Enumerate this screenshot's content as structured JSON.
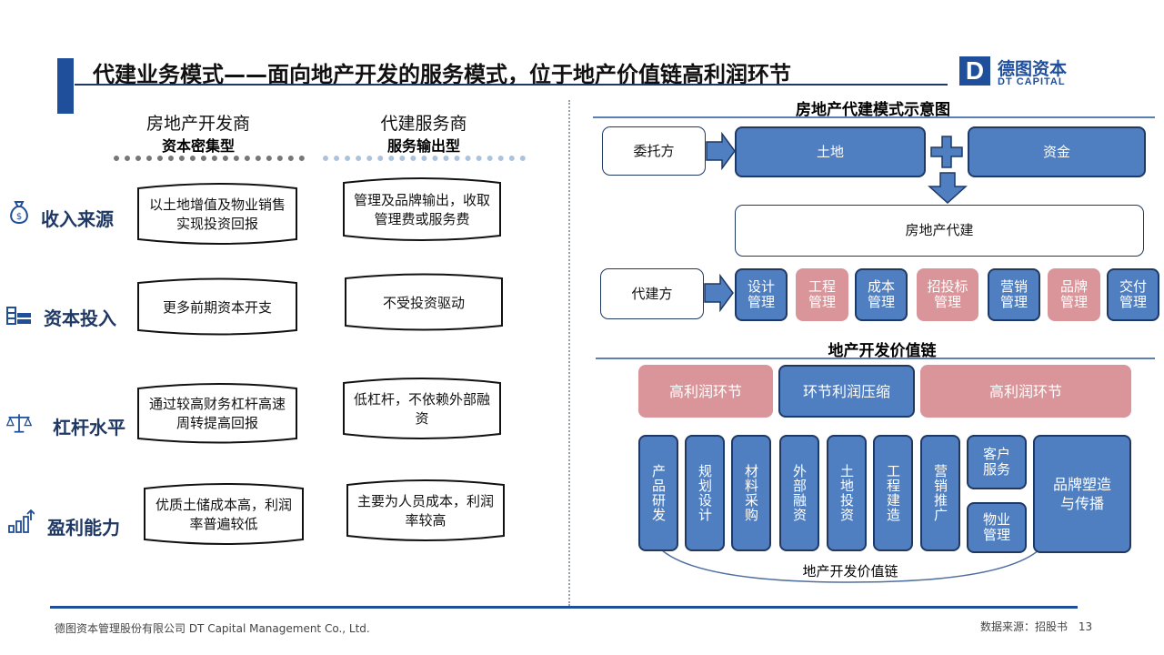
{
  "header": {
    "title": "代建业务模式——面向地产开发的服务模式，位于地产价值链高利润环节",
    "logo_letter": "D",
    "logo_cn": "德图资本",
    "logo_en": "DT CAPITAL"
  },
  "left": {
    "col1": {
      "title": "房地产开发商",
      "subtitle": "资本密集型"
    },
    "col2": {
      "title": "代建服务商",
      "subtitle": "服务输出型"
    },
    "rows": [
      {
        "label": "收入来源",
        "icon": "money-bag-icon",
        "developer": "以土地增值及物业销售实现投资回报",
        "agent": "管理及品牌输出，收取管理费或服务费"
      },
      {
        "label": "资本投入",
        "icon": "cash-stack-icon",
        "developer": "更多前期资本开支",
        "agent": "不受投资驱动"
      },
      {
        "label": "杠杆水平",
        "icon": "scale-icon",
        "developer": "通过较高财务杠杆高速周转提高回报",
        "agent": "低杠杆，不依赖外部融资"
      },
      {
        "label": "盈利能力",
        "icon": "growth-chart-icon",
        "developer": "优质土储成本高，利润率普遍较低",
        "agent": "主要为人员成本，利润率较高"
      }
    ]
  },
  "mode_diagram": {
    "title": "房地产代建模式示意图",
    "principal": "委托方",
    "land": "土地",
    "capital": "资金",
    "result": "房地产代建",
    "agent": "代建方",
    "services": [
      "设计管理",
      "工程管理",
      "成本管理",
      "招投标管理",
      "营销管理",
      "品牌管理",
      "交付管理"
    ]
  },
  "value_chain": {
    "title": "地产开发价值链",
    "bands": [
      "高利润环节",
      "环节利润压缩",
      "高利润环节"
    ],
    "stages": [
      "产品研发",
      "规划设计",
      "材料采购",
      "外部融资",
      "土地投资",
      "工程建造",
      "营销推广"
    ],
    "customer_service": "客户服务",
    "property_mgmt": "物业管理",
    "brand": "品牌塑造与传播",
    "caption": "地产开发价值链"
  },
  "footer": {
    "company": "德图资本管理股份有限公司  DT Capital Management  Co., Ltd.",
    "source": "数据来源：招股书",
    "page": "13"
  },
  "colors": {
    "navy": "#1f3864",
    "blue": "#4f7fc0",
    "pink": "#d9959a"
  }
}
